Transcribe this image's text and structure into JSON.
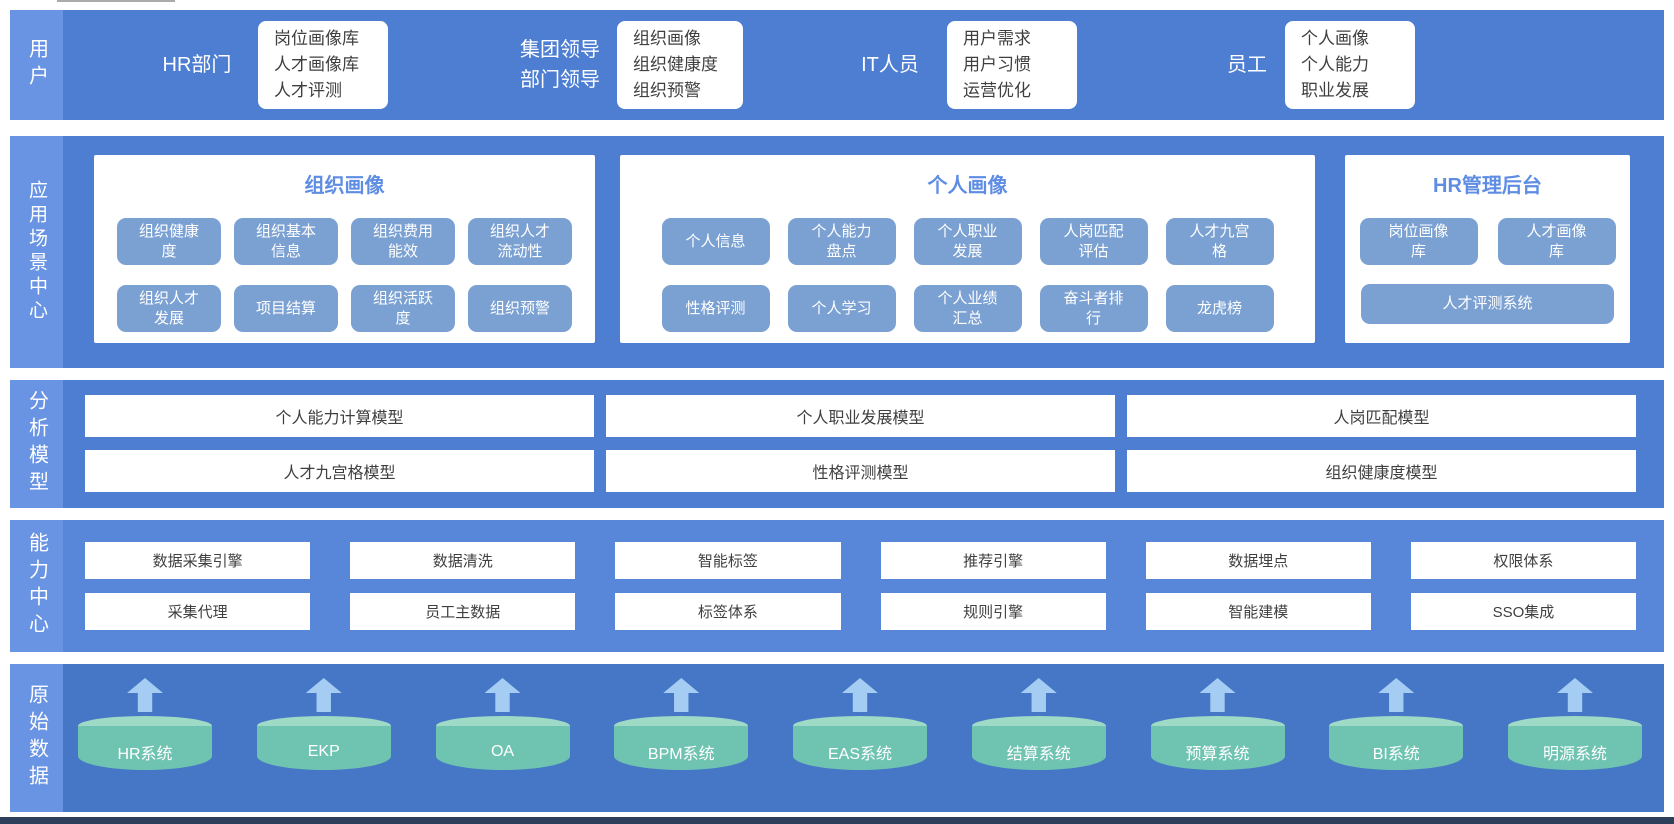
{
  "colors": {
    "band_blue": "#4E7ED2",
    "band_blue_light": "#5886D8",
    "band_blue_deep": "#4577C6",
    "strip_blue": "#6993E3",
    "tile_blue": "#7BA1D3",
    "panel_title_blue": "#5E8DE3",
    "text_dark": "#3F3F3F",
    "cylinder_teal": "#6FC3B1",
    "cylinder_top_teal": "#9EDAC6",
    "arrow_blue": "#A5CDF3",
    "bottom_bar": "#2E3F5C"
  },
  "layers": {
    "users": {
      "label": "用户",
      "groups": [
        {
          "role": "HR部门",
          "card": "岗位画像库\n人才画像库\n人才评测"
        },
        {
          "role": "集团领导\n部门领导",
          "card": "组织画像\n组织健康度\n组织预警"
        },
        {
          "role": "IT人员",
          "card": "用户需求\n用户习惯\n运营优化"
        },
        {
          "role": "员工",
          "card": "个人画像\n个人能力\n职业发展"
        }
      ]
    },
    "scenarios": {
      "label": "应用场景中心",
      "panels": [
        {
          "title": "组织画像",
          "rows": [
            [
              "组织健康\n度",
              "组织基本\n信息",
              "组织费用\n能效",
              "组织人才\n流动性"
            ],
            [
              "组织人才\n发展",
              "项目结算",
              "组织活跃\n度",
              "组织预警"
            ]
          ]
        },
        {
          "title": "个人画像",
          "rows": [
            [
              "个人信息",
              "个人能力\n盘点",
              "个人职业\n发展",
              "人岗匹配\n评估",
              "人才九宫\n格"
            ],
            [
              "性格评测",
              "个人学习",
              "个人业绩\n汇总",
              "奋斗者排\n行",
              "龙虎榜"
            ]
          ]
        },
        {
          "title": "HR管理后台",
          "rows": [
            [
              "岗位画像\n库",
              "人才画像\n库"
            ],
            [
              "人才评测系统"
            ]
          ]
        }
      ]
    },
    "models": {
      "label": "分析模型",
      "rows": [
        [
          "个人能力计算模型",
          "个人职业发展模型",
          "人岗匹配模型"
        ],
        [
          "人才九宫格模型",
          "性格评测模型",
          "组织健康度模型"
        ]
      ]
    },
    "capabilities": {
      "label": "能力中心",
      "rows": [
        [
          "数据采集引擎",
          "数据清洗",
          "智能标签",
          "推荐引擎",
          "数据埋点",
          "权限体系"
        ],
        [
          "采集代理",
          "员工主数据",
          "标签体系",
          "规则引擎",
          "智能建模",
          "SSO集成"
        ]
      ]
    },
    "rawdata": {
      "label": "原始数据",
      "systems": [
        "HR系统",
        "EKP",
        "OA",
        "BPM系统",
        "EAS系统",
        "结算系统",
        "预算系统",
        "BI系统",
        "明源系统"
      ]
    }
  }
}
